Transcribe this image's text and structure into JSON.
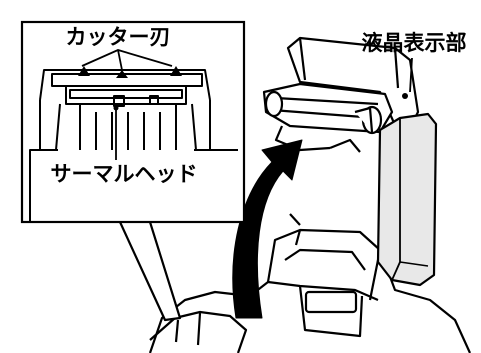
{
  "labels": {
    "cutter": "カッター刃",
    "thermal_head": "サーマルヘッド",
    "display": "液晶表示部"
  },
  "colors": {
    "stroke": "#000000",
    "background": "#ffffff",
    "shade": "#e8e8e8",
    "arrow": "#000000"
  }
}
